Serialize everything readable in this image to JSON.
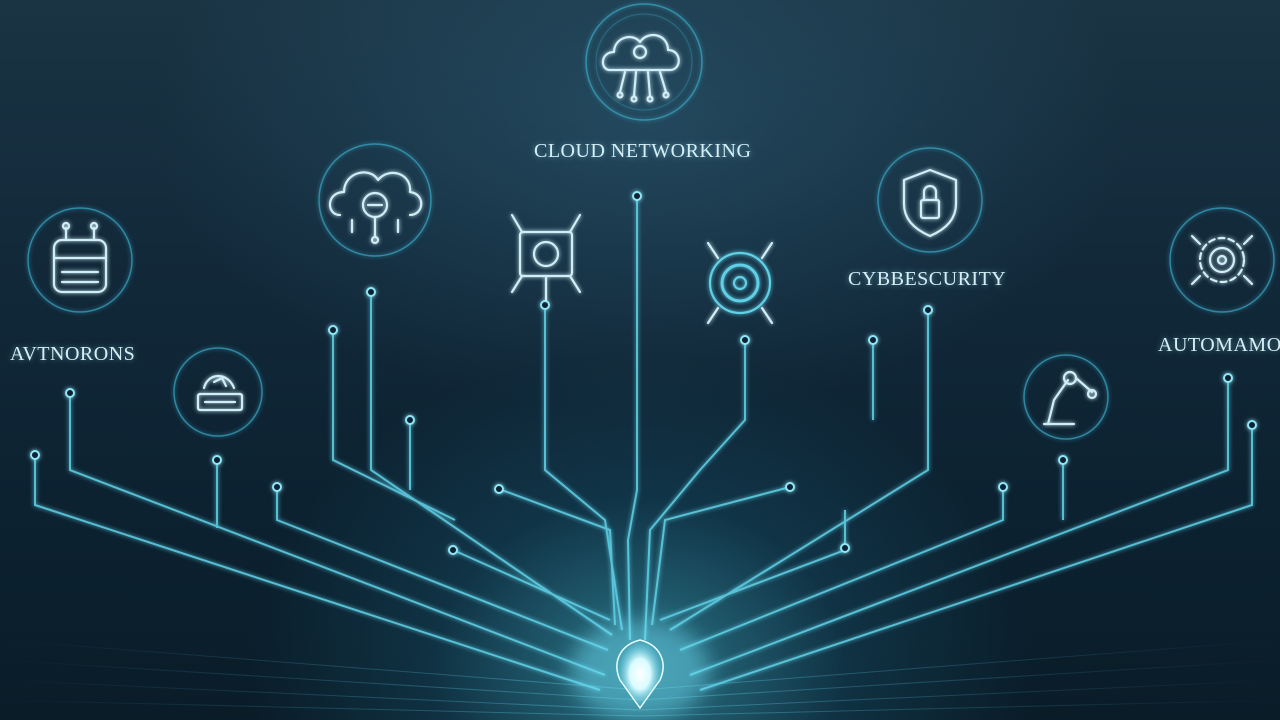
{
  "labels": {
    "cloud_networking": "CLOUD NETWORKING",
    "cybersecurity": "CYBBESCURITY",
    "left": "AVTNORONS",
    "right": "AUTOMAMOU"
  },
  "colors": {
    "line": "#5fd0e6",
    "glow": "#9eeaff",
    "icon": "#cfeef7",
    "ring": "#3aa7c4"
  },
  "icons": [
    "cloud-tree-icon",
    "cloud-key-icon",
    "database-icon",
    "chip-icon",
    "target-icon",
    "shield-lock-icon",
    "gear-icon",
    "router-icon",
    "robot-arm-icon"
  ]
}
